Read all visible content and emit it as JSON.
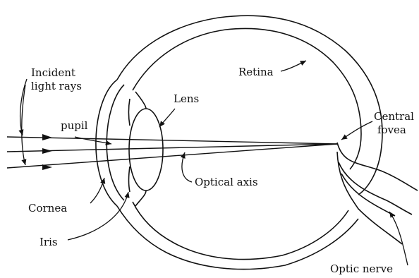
{
  "diagram": {
    "labels": {
      "incident_line1": "Incident",
      "incident_line2": "light rays",
      "pupil": "pupil",
      "lens": "Lens",
      "retina": "Retina",
      "central_line1": "Central",
      "central_line2": "fovea",
      "optical_axis": "Optical axis",
      "cornea": "Cornea",
      "iris": "Iris",
      "optic_nerve": "Optic nerve"
    },
    "colors": {
      "ink": "#111111",
      "paper": "#ffffff"
    }
  }
}
